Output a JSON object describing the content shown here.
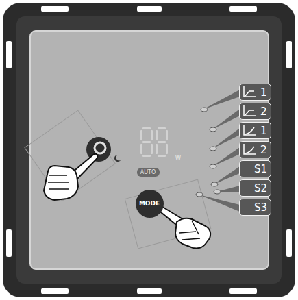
{
  "diagram": {
    "nodes": [
      {
        "text": [
          "1"
        ]
      },
      {
        "text": [
          "2"
        ]
      },
      {
        "text": [
          "1"
        ]
      },
      {
        "text": [
          "2"
        ]
      },
      {
        "text": [
          "S1"
        ]
      },
      {
        "text": [
          "S2"
        ]
      },
      {
        "text": [
          "S3"
        ]
      },
      {
        "text": [
          "AUTO"
        ]
      },
      {
        "text": [
          "MODE"
        ]
      }
    ],
    "labels": [
      "W"
    ]
  }
}
